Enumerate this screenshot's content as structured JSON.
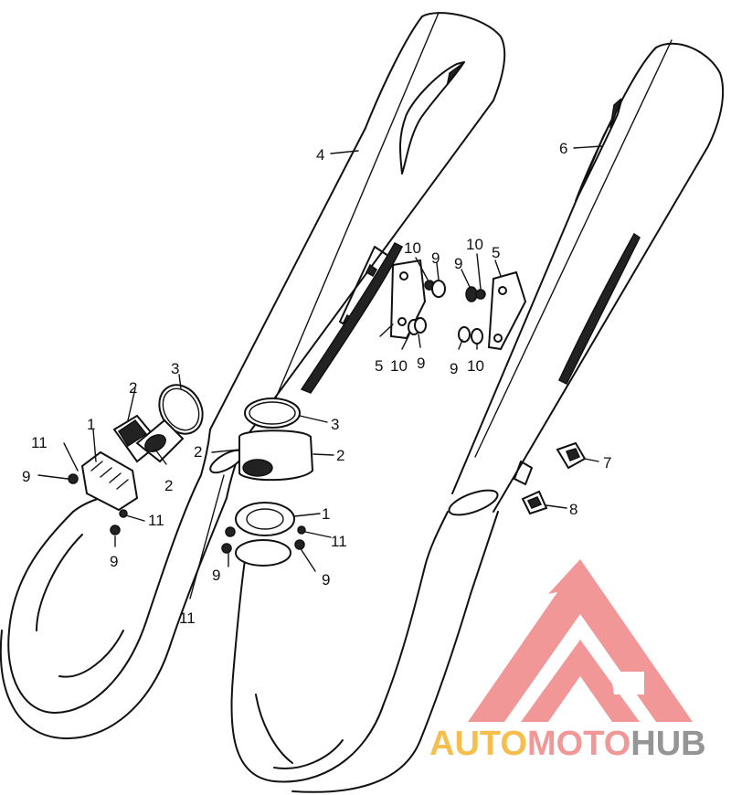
{
  "callouts": {
    "c1a": "1",
    "c1b": "1",
    "c2a": "2",
    "c2b": "2",
    "c2c": "2",
    "c2d": "2",
    "c3a": "3",
    "c3b": "3",
    "c4": "4",
    "c5a": "5",
    "c5b": "5",
    "c6": "6",
    "c7": "7",
    "c8": "8",
    "c9a": "9",
    "c9b": "9",
    "c9c": "9",
    "c9d": "9",
    "c9e": "9",
    "c9f": "9",
    "c9g": "9",
    "c9h": "9",
    "c10a": "10",
    "c10b": "10",
    "c10c": "10",
    "c10d": "10",
    "c11a": "11",
    "c11b": "11",
    "c11c": "11",
    "c11d": "11"
  },
  "logo": {
    "part1": "AUTO",
    "part2": "MOTO",
    "part3": "HUB",
    "colors": {
      "triangle": "#f08c8c",
      "auto": "#f4b73a",
      "moto": "#f08c8c",
      "hub": "#8a8a8a"
    }
  }
}
